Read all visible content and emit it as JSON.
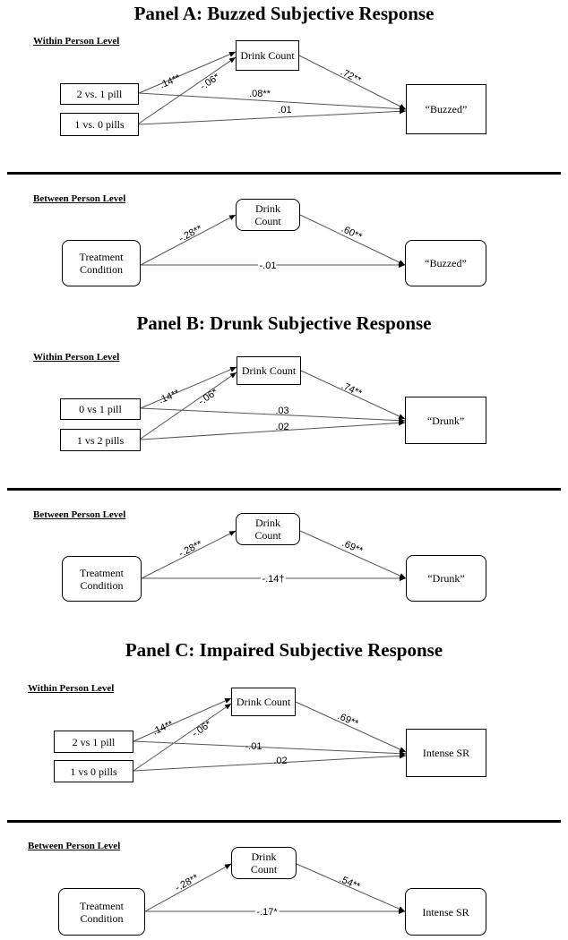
{
  "panels": [
    {
      "title": "Panel A: Buzzed Subjective Response",
      "within": {
        "level_label": "Within Person Level",
        "mediator": "Drink Count",
        "predictor_1": "2 vs. 1 pill",
        "predictor_2": "1 vs. 0 pills",
        "outcome": "“Buzzed”",
        "coef_p1_mediator": ".14**",
        "coef_p2_mediator": "-.06*",
        "coef_p1_outcome": ".08**",
        "coef_p2_outcome": ".01",
        "coef_mediator_outcome": ".72**"
      },
      "between": {
        "level_label": "Between Person Level",
        "mediator": "Drink Count",
        "predictor": "Treatment Condition",
        "outcome": "“Buzzed”",
        "coef_predictor_mediator": "-.28**",
        "coef_mediator_outcome": ".60**",
        "coef_predictor_outcome": "-.01"
      }
    },
    {
      "title": "Panel B: Drunk Subjective Response",
      "within": {
        "level_label": "Within Person Level",
        "mediator": "Drink Count",
        "predictor_1": "0 vs 1 pill",
        "predictor_2": "1 vs 2 pills",
        "outcome": "“Drunk”",
        "coef_p1_mediator": ".14**",
        "coef_p2_mediator": "-.06*",
        "coef_p1_outcome": ".03",
        "coef_p2_outcome": ".02",
        "coef_mediator_outcome": ".74**"
      },
      "between": {
        "level_label": "Between Person Level",
        "mediator": "Drink Count",
        "predictor": "Treatment Condition",
        "outcome": "“Drunk”",
        "coef_predictor_mediator": "-.28**",
        "coef_mediator_outcome": ".69**",
        "coef_predictor_outcome": "-.14†"
      }
    },
    {
      "title": "Panel C: Impaired Subjective Response",
      "within": {
        "level_label": "Within Person Level",
        "mediator": "Drink Count",
        "predictor_1": "2 vs 1 pill",
        "predictor_2": "1 vs 0 pills",
        "outcome": "Intense SR",
        "coef_p1_mediator": ".14**",
        "coef_p2_mediator": "-.06*",
        "coef_p1_outcome": "-.01",
        "coef_p2_outcome": ".02",
        "coef_mediator_outcome": ".69**"
      },
      "between": {
        "level_label": "Between Person Level",
        "mediator": "Drink Count",
        "predictor": "Treatment Condition",
        "outcome": "Intense SR",
        "coef_predictor_mediator": "-.28**",
        "coef_mediator_outcome": ".54**",
        "coef_predictor_outcome": "-.17*"
      }
    }
  ]
}
